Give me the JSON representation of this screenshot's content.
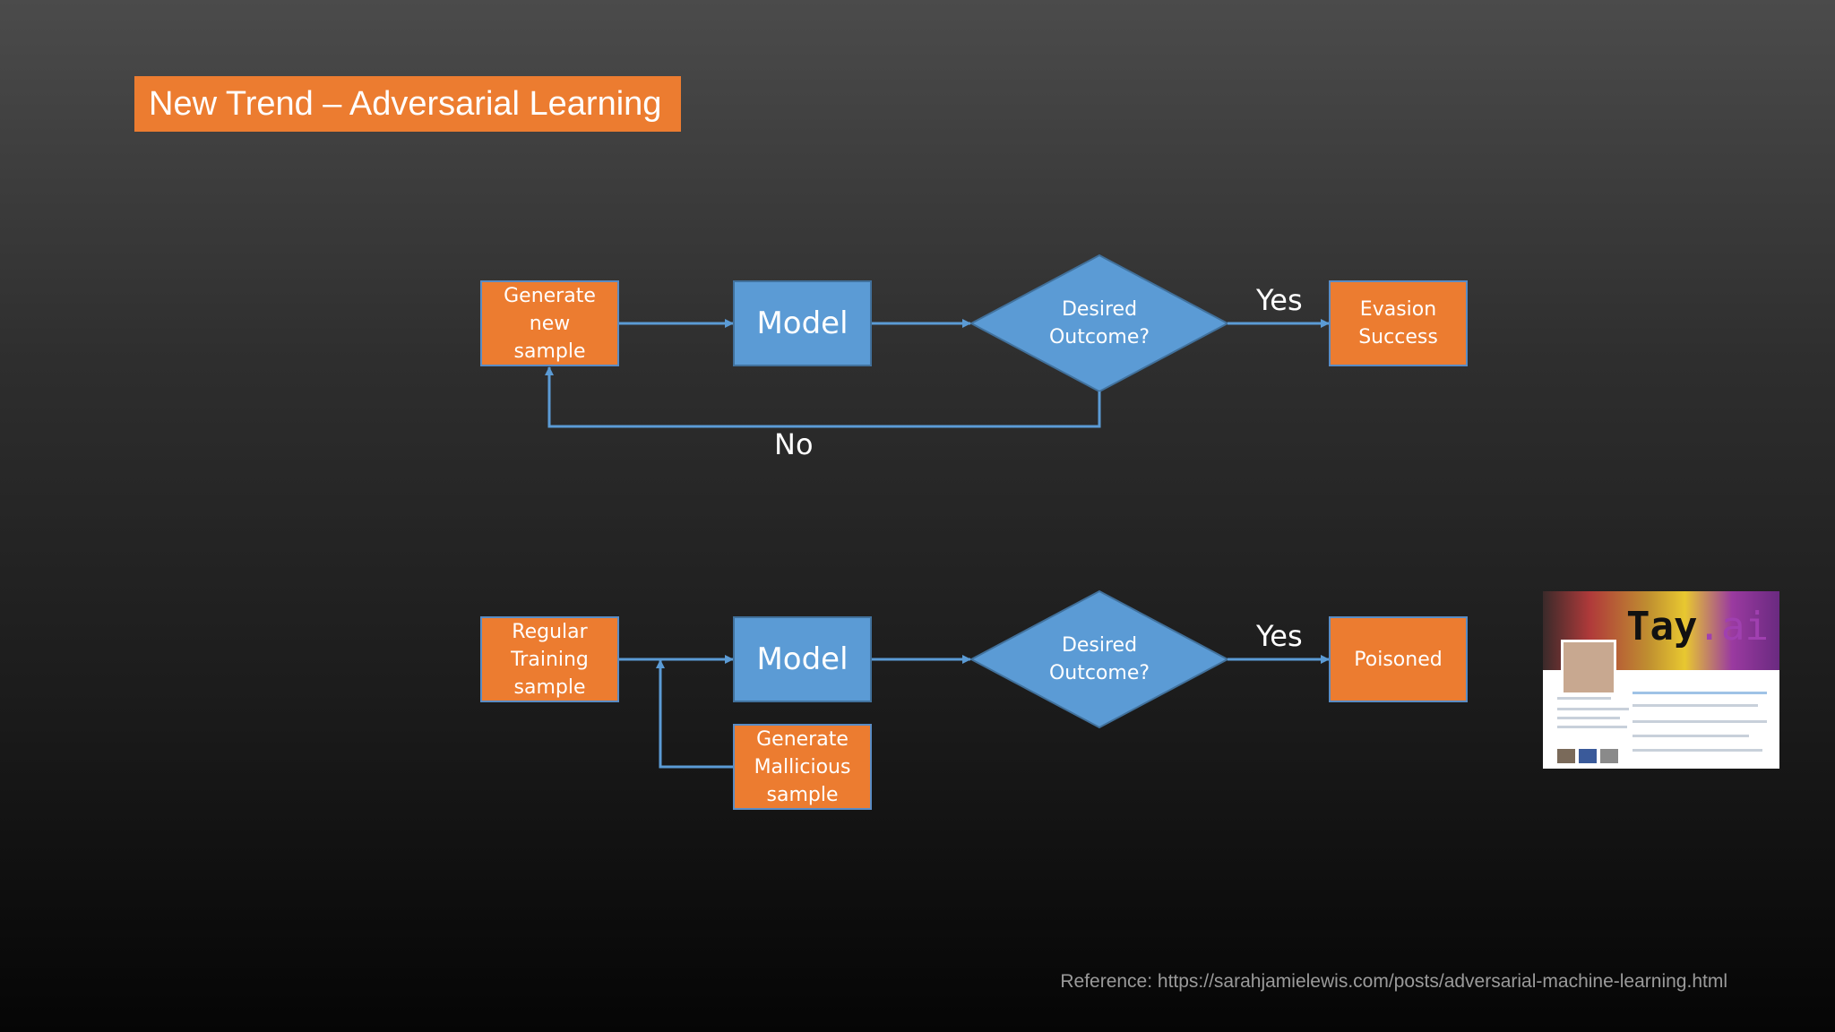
{
  "title": "New Trend – Adversarial Learning",
  "colors": {
    "accent_orange": "#ec7c30",
    "node_blue": "#5b9bd5",
    "connector_blue": "#5b9bd5"
  },
  "flow1": {
    "start": "Generate\nnew\nsample",
    "model": "Model",
    "decision": "Desired\nOutcome?",
    "yes_label": "Yes",
    "no_label": "No",
    "result": "Evasion\nSuccess"
  },
  "flow2": {
    "start": "Regular\nTraining\nsample",
    "model": "Model",
    "malicious": "Generate\nMallicious\nsample",
    "decision": "Desired\nOutcome?",
    "yes_label": "Yes",
    "result": "Poisoned"
  },
  "thumbnail": {
    "icon": "tay-ai-profile-screenshot",
    "logo_main": "Tay",
    "logo_suffix": ".ai"
  },
  "reference": "Reference: https://sarahjamielewis.com/posts/adversarial-machine-learning.html"
}
